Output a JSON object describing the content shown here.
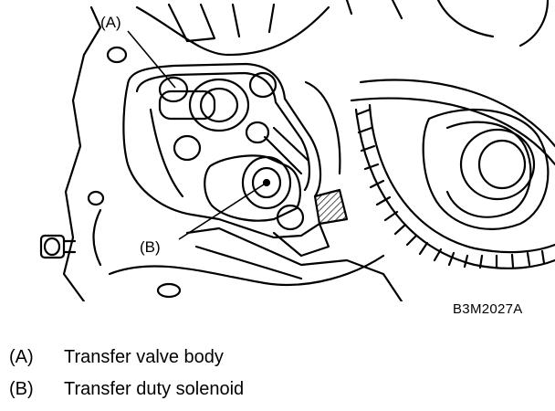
{
  "figure": {
    "code": "B3M2027A",
    "callouts": [
      {
        "key": "(A)",
        "label": "Transfer valve body"
      },
      {
        "key": "(B)",
        "label": "Transfer duty solenoid"
      }
    ]
  },
  "colors": {
    "ink": "#000000",
    "paper": "#ffffff"
  }
}
